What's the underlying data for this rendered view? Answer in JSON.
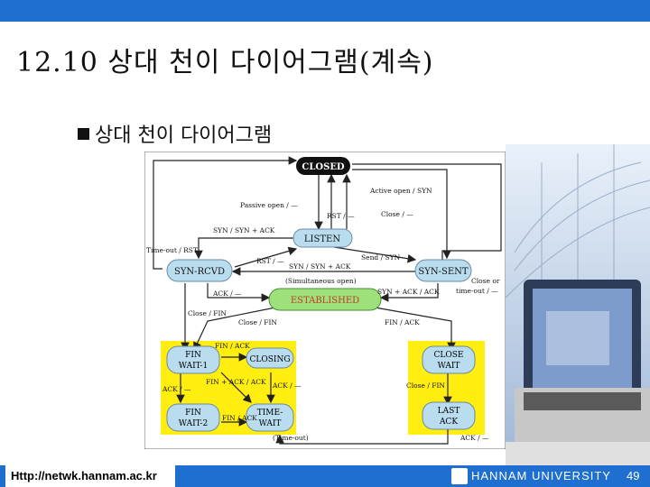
{
  "slide": {
    "title": "12.10 상대 천이 다이어그램(계속)",
    "bullet": "상대 천이 다이어그램"
  },
  "diagram": {
    "states": {
      "closed": "CLOSED",
      "listen": "LISTEN",
      "syn_rcvd": "SYN-RCVD",
      "syn_sent": "SYN-SENT",
      "established": "ESTABLISHED",
      "fin_wait_1": [
        "FIN",
        "WAIT-1"
      ],
      "closing": "CLOSING",
      "fin_wait_2": [
        "FIN",
        "WAIT-2"
      ],
      "time_wait": [
        "TIME-",
        "WAIT"
      ],
      "close_wait": [
        "CLOSE",
        "WAIT"
      ],
      "last_ack": [
        "LAST",
        "ACK"
      ]
    },
    "labels": {
      "passive_open": "Passive open / —",
      "active_open": "Active open / SYN",
      "rst_dash_top": "RST / —",
      "close_dash_top": "Close / —",
      "syn_synack": "SYN / SYN + ACK",
      "timeout_rst": "Time-out / RST",
      "rst_dash_mid": "RST / —",
      "send_syn": "Send / SYN",
      "syn_synack_sim": "SYN / SYN + ACK",
      "simultaneous": "(Simultaneous open)",
      "close_or": "Close or",
      "timeout_dash": "time-out / —",
      "ack_dash_1": "ACK / —",
      "synack_ack": "SYN + ACK / ACK",
      "close_fin_left": "Close / FIN",
      "close_fin_mid": "Close / FIN",
      "fin_ack_right": "FIN / ACK",
      "fin_ack_1": "FIN / ACK",
      "ack_dash_2": "ACK / —",
      "finack_ack": "FIN + ACK / ACK",
      "ack_dash_3": "ACK / —",
      "fin_ack_2": "FIN / ACK",
      "close_fin_right": "Close / FIN",
      "ack_dash_4": "ACK / —",
      "timeout_paren": "(Time-out)"
    }
  },
  "footer": {
    "url": "Http://netwk.hannam.ac.kr",
    "university": "HANNAM UNIVERSITY",
    "page": "49"
  },
  "colors": {
    "bar": "#1f6fd1",
    "state_fill": "#b9dcef",
    "established_fill": "#9ee07a",
    "highlight": "#ffee10"
  }
}
